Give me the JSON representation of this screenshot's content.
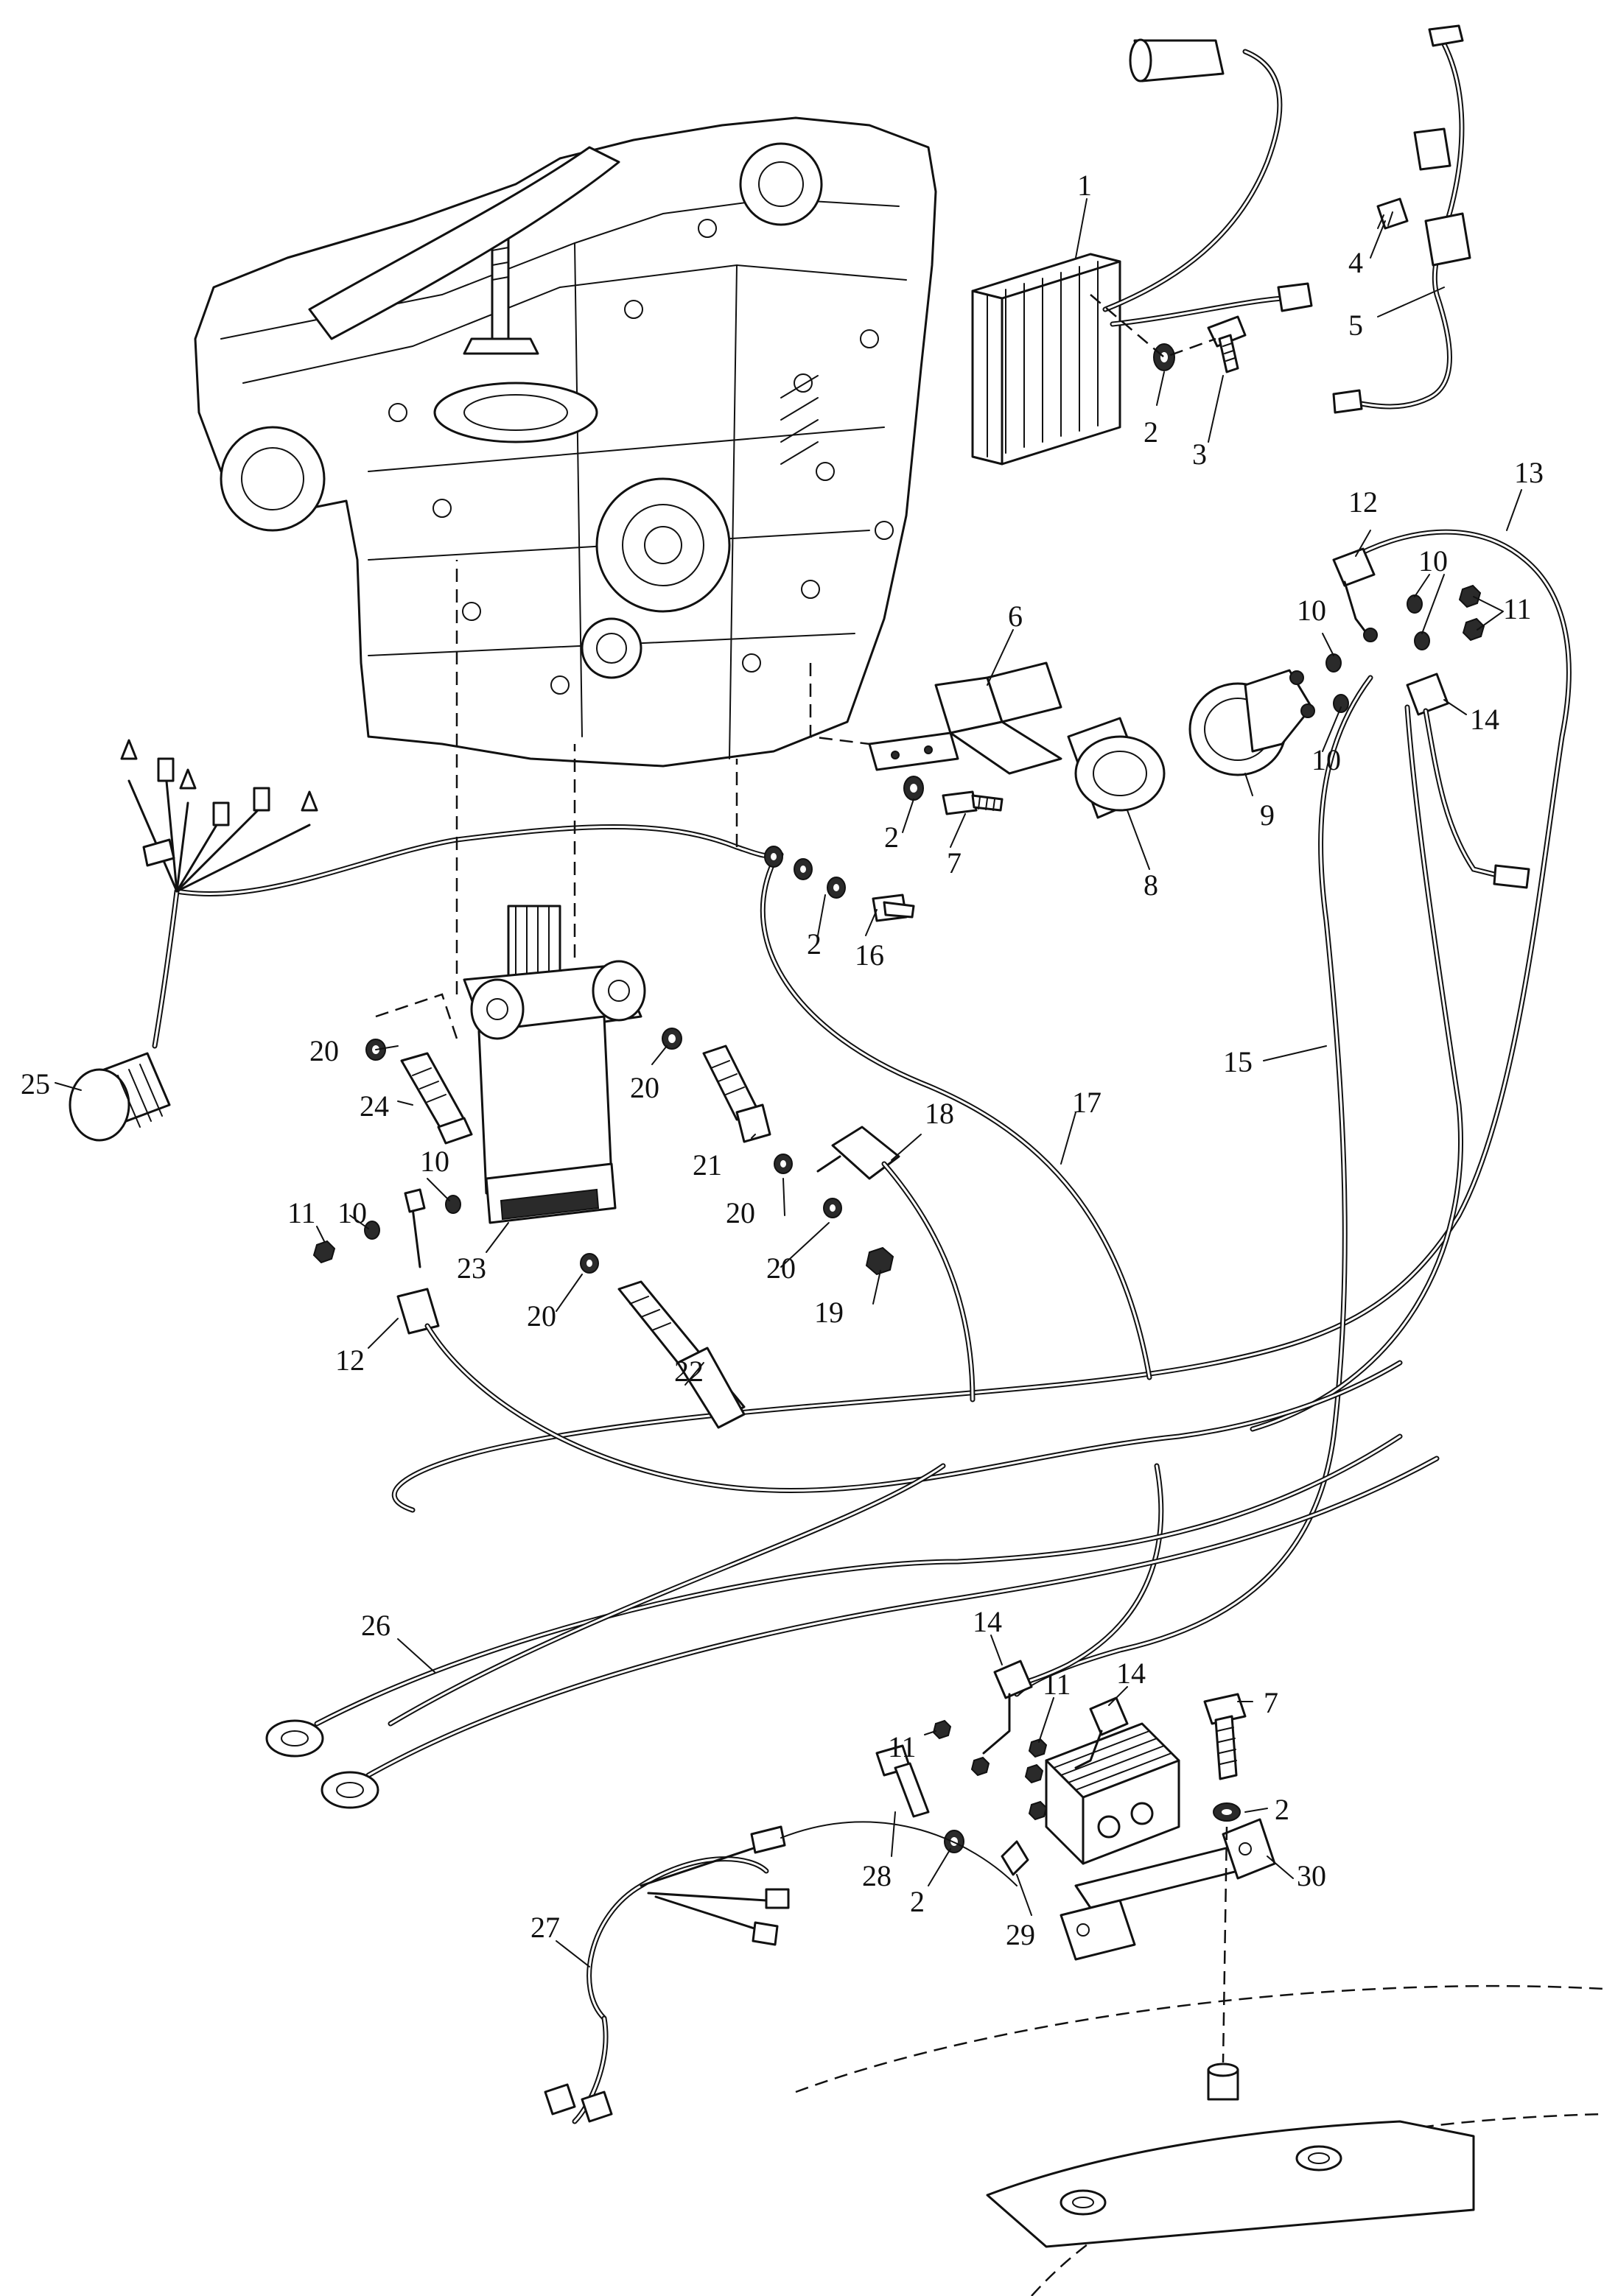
{
  "callouts": {
    "c1": "1",
    "c2a": "2",
    "c3": "3",
    "c4": "4",
    "c5": "5",
    "c6": "6",
    "c2b": "2",
    "c7a": "7",
    "c8": "8",
    "c9": "9",
    "c10a": "10",
    "c10b": "10",
    "c10c": "10",
    "c11a": "11",
    "c12a": "12",
    "c13": "13",
    "c14a": "14",
    "c15": "15",
    "c16": "16",
    "c2c": "2",
    "c17": "17",
    "c18": "18",
    "c19": "19",
    "c20a": "20",
    "c20b": "20",
    "c20c": "20",
    "c20d": "20",
    "c20e": "20",
    "c21": "21",
    "c22": "22",
    "c23": "23",
    "c24": "24",
    "c25": "25",
    "c10d": "10",
    "c10e": "10",
    "c11b": "11",
    "c12b": "12",
    "c26": "26",
    "c14b": "14",
    "c14c": "14",
    "c11c": "11",
    "c11d": "11",
    "c7b": "7",
    "c2d": "2",
    "c28": "28",
    "c2e": "2",
    "c29": "29",
    "c30": "30",
    "c27": "27"
  }
}
